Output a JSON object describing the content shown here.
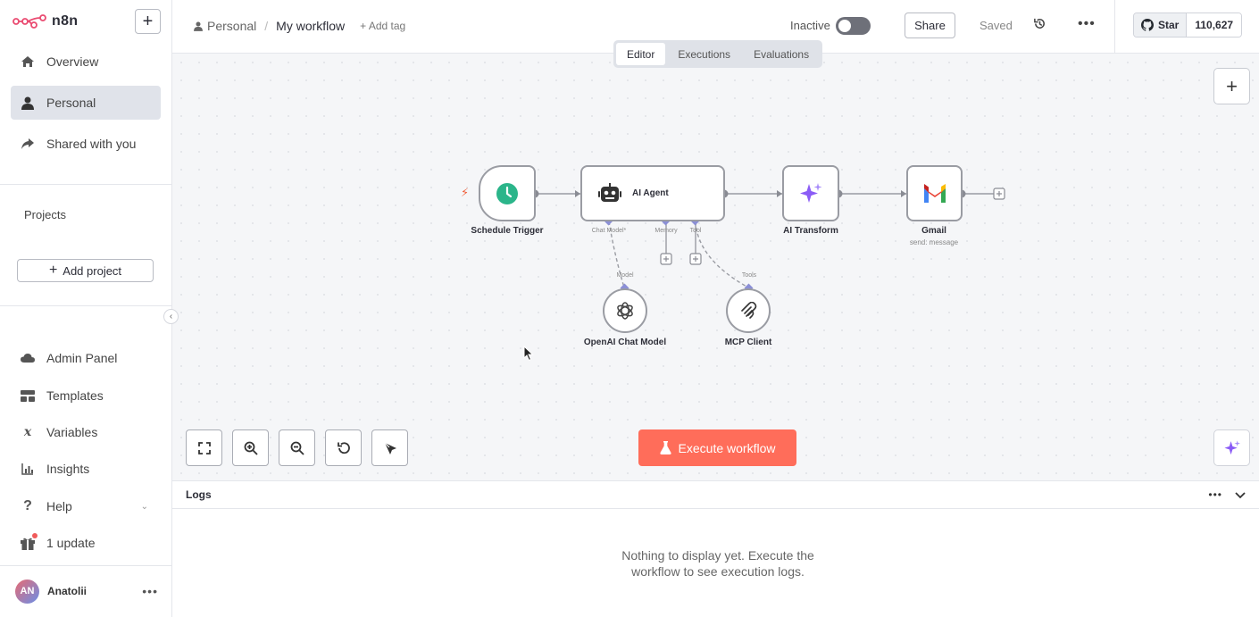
{
  "app": {
    "name": "n8n"
  },
  "sidebar": {
    "items": [
      {
        "label": "Overview",
        "icon": "home-icon"
      },
      {
        "label": "Personal",
        "icon": "user-icon"
      },
      {
        "label": "Shared with you",
        "icon": "share-icon"
      }
    ],
    "projects_label": "Projects",
    "add_project_label": "Add project",
    "bottom_items": [
      {
        "label": "Admin Panel",
        "icon": "cloud-icon"
      },
      {
        "label": "Templates",
        "icon": "templates-icon"
      },
      {
        "label": "Variables",
        "icon": "variables-icon"
      },
      {
        "label": "Insights",
        "icon": "insights-icon"
      },
      {
        "label": "Help",
        "icon": "help-icon"
      },
      {
        "label": "1 update",
        "icon": "gift-icon"
      }
    ],
    "user": {
      "initials": "AN",
      "name": "Anatolii"
    }
  },
  "header": {
    "breadcrumb_project": "Personal",
    "breadcrumb_separator": "/",
    "workflow_name": "My workflow",
    "add_tag": "+ Add tag",
    "status": "Inactive",
    "share_label": "Share",
    "saved_label": "Saved",
    "github_star_label": "Star",
    "github_star_count": "110,627"
  },
  "tabs": [
    "Editor",
    "Executions",
    "Evaluations"
  ],
  "nodes": {
    "schedule": {
      "label": "Schedule Trigger"
    },
    "agent": {
      "label": "AI Agent",
      "ports": [
        "Chat Model*",
        "Memory",
        "Tool"
      ]
    },
    "transform": {
      "label": "AI Transform"
    },
    "gmail": {
      "label": "Gmail",
      "subtitle": "send: message"
    },
    "openai": {
      "label": "OpenAI Chat Model",
      "port": "Model"
    },
    "mcp": {
      "label": "MCP Client",
      "port": "Tools"
    }
  },
  "actions": {
    "execute_label": "Execute workflow"
  },
  "logs": {
    "title": "Logs",
    "empty_line1": "Nothing to display yet. Execute the",
    "empty_line2": "workflow to see execution logs."
  },
  "colors": {
    "accent": "#ff6d5a",
    "trigger_green": "#2bb58a",
    "ai_purple": "#8b5cf6"
  }
}
